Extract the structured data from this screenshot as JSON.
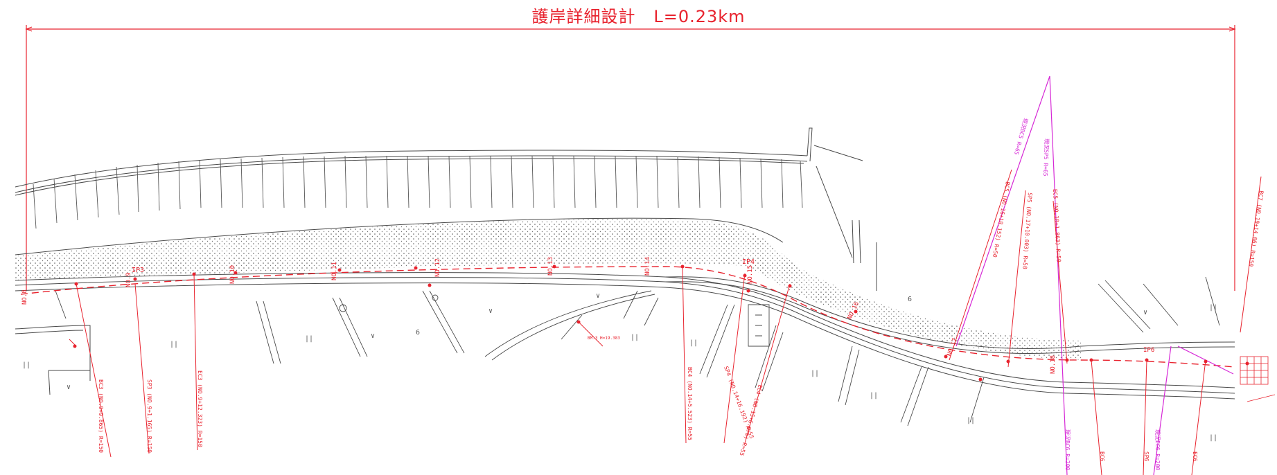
{
  "title": "護岸詳細設計",
  "length_label": "L=0.23km",
  "colors": {
    "red": "#e8232e",
    "magenta": "#d628d6",
    "line": "#4a4a4a",
    "bg": "#ffffff"
  },
  "ip_labels": [
    "IP3",
    "IP4",
    "IP6"
  ],
  "station_labels": [
    "NO.8",
    "NO.9",
    "NO.10",
    "NO.11",
    "NO.12",
    "NO.13",
    "NO.14",
    "NO.15",
    "NO.16",
    "NO.17",
    "NO.18"
  ],
  "curve_labels": [
    "BC3 (NO.9+9.865) R=150",
    "SP3 (NO.9+1.165) R=150",
    "EC3 (NO.9+12.323) R=150",
    "BC4 (NO.14+5.523) R=55",
    "SP4 (NO.14+16.192) R=55",
    "EC4 (NO.15+6.8re) R=55",
    "BC5 (NO.16+18.152) R=50",
    "SP5 (NO.17+10.003) R=50",
    "EC5 (NO.18+1.863) R=50",
    "BC7 (NO.19+14.06) R=150",
    "BC6",
    "SP6",
    "EC6"
  ],
  "magenta_labels": [
    "現況BC5 R=65",
    "現況SP5 R=65",
    "現況BC6 R=200",
    "現況EC6 R=200"
  ],
  "bm_label": "BM.3 H=19.383",
  "field_symbols": [
    "∨",
    "||",
    "6"
  ]
}
